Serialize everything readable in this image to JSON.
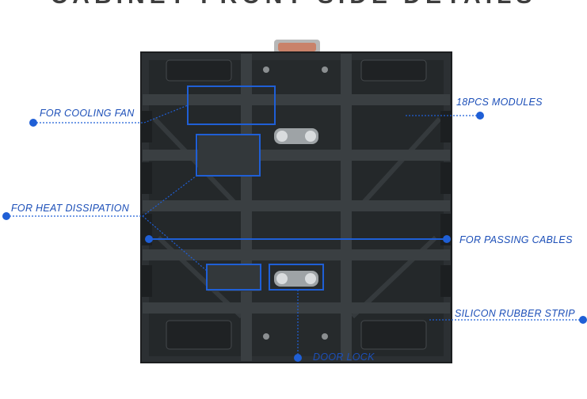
{
  "header": {
    "title": "CABINET FRONT SIDE DETAILS"
  },
  "callouts": {
    "cooling_fan": "FOR COOLING FAN",
    "modules": "18PCS MODULES",
    "heat_dissipation": "FOR HEAT DISSIPATION",
    "passing_cables": "FOR PASSING CABLES",
    "rubber_strip": "SILICON RUBBER STRIP",
    "door_lock": "DOOR LOCK"
  },
  "colors": {
    "callout_blue": "#1f5fd6",
    "cabinet_body": "#2f3336",
    "cabinet_frame": "#3b4043",
    "handle": "#c9826a"
  }
}
